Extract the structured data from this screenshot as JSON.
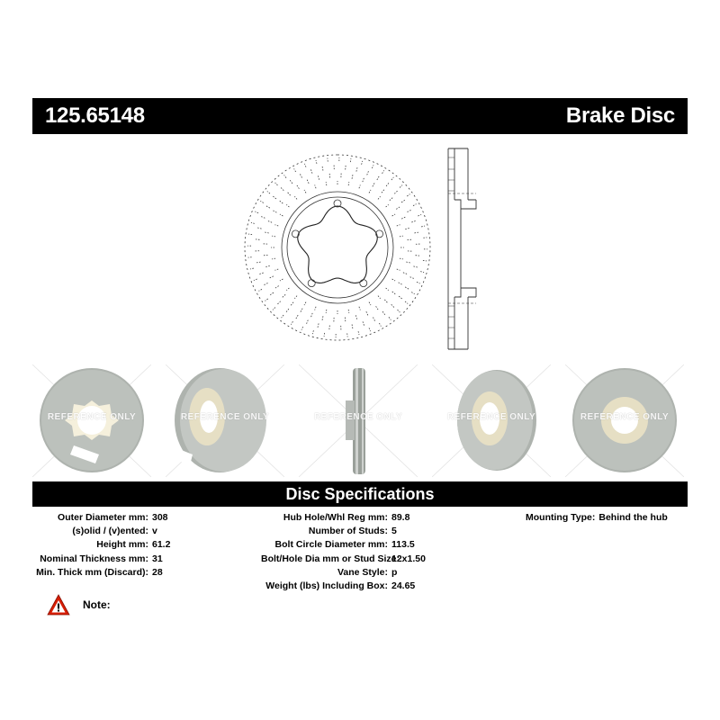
{
  "header": {
    "part_number": "125.65148",
    "product_type": "Brake Disc"
  },
  "thumbnails": [
    {
      "watermark": "REFERENCE ONLY"
    },
    {
      "watermark": "REFERENCE ONLY"
    },
    {
      "watermark": "REFERENCE ONLY"
    },
    {
      "watermark": "REFERENCE ONLY"
    },
    {
      "watermark": "REFERENCE ONLY"
    }
  ],
  "specs": {
    "title": "Disc Specifications",
    "column1": [
      {
        "label": "Outer Diameter mm:",
        "value": "308"
      },
      {
        "label": "(s)olid / (v)ented:",
        "value": "v"
      },
      {
        "label": "Height mm:",
        "value": "61.2"
      },
      {
        "label": "Nominal Thickness mm:",
        "value": "31"
      },
      {
        "label": "Min. Thick mm (Discard):",
        "value": "28"
      }
    ],
    "column2": [
      {
        "label": "Hub Hole/Whl Reg mm:",
        "value": "89.8"
      },
      {
        "label": "Number of Studs:",
        "value": "5"
      },
      {
        "label": "Bolt Circle Diameter mm:",
        "value": "113.5"
      },
      {
        "label": "Bolt/Hole Dia mm or Stud Size:",
        "value": "12x1.50"
      },
      {
        "label": "Vane Style:",
        "value": "p"
      },
      {
        "label": "Weight (lbs) Including Box:",
        "value": "24.65"
      }
    ],
    "column3": [
      {
        "label": "Mounting Type:",
        "value": "Behind the hub"
      }
    ]
  },
  "note": {
    "label": "Note:",
    "icon": "warning-triangle-icon",
    "icon_color": "#d81e05"
  }
}
